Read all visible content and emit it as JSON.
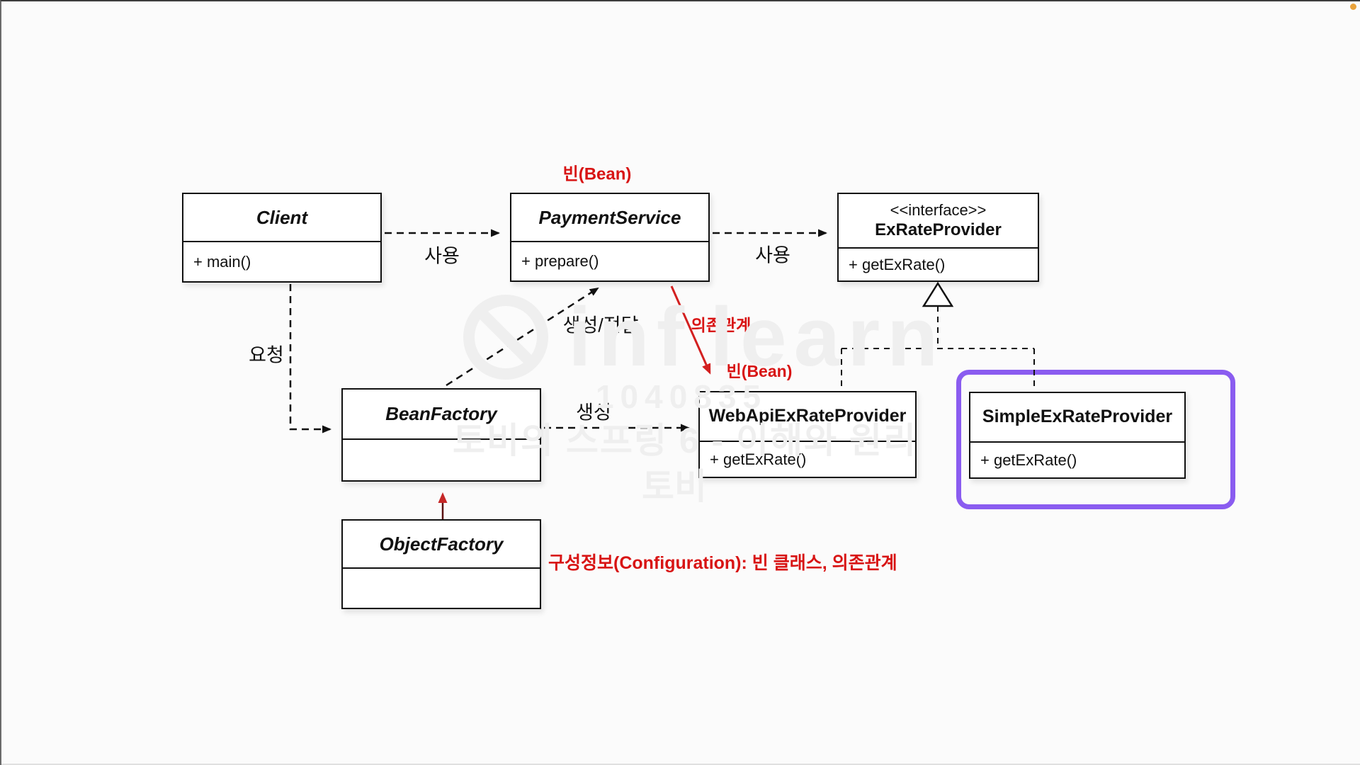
{
  "page": {
    "background": "#fbfbfb",
    "rec_dot_color": "#e9a23b",
    "accent_red": "#d81414",
    "highlight_purple": "#8a5cf0"
  },
  "classes": {
    "client": {
      "title": "Client",
      "method": "+ main()"
    },
    "payment": {
      "title": "PaymentService",
      "method": "+ prepare()"
    },
    "exrate": {
      "stereotype": "<<interface>>",
      "title": "ExRateProvider",
      "method": "+ getExRate()"
    },
    "beanfactory": {
      "title": "BeanFactory",
      "method": ""
    },
    "webapi": {
      "title": "WebApiExRateProvider",
      "method": "+ getExRate()"
    },
    "simple": {
      "title": "SimpleExRateProvider",
      "method": "+ getExRate()"
    },
    "objectfactory": {
      "title": "ObjectFactory",
      "method": ""
    }
  },
  "edge_labels": {
    "use_client_payment": "사용",
    "use_payment_exrate": "사용",
    "request": "요청",
    "create_deliver": "생성/전달",
    "create": "생성"
  },
  "annotations": {
    "bean_payment": "빈(Bean)",
    "dependency": "의존관계",
    "bean_webapi": "빈(Bean)",
    "configuration": "구성정보(Configuration): 빈 클래스, 의존관계"
  },
  "watermark": {
    "brand_left": "inf",
    "brand_right": "learn",
    "code": "1040835",
    "course": "토비의 스프링 6 - 이해와 원리",
    "author": "토비"
  }
}
